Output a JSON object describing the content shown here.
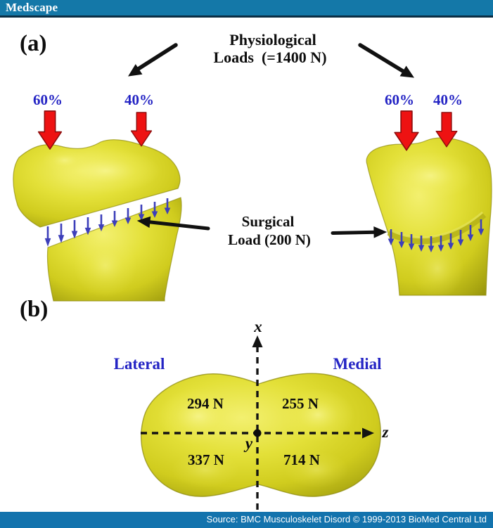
{
  "header": {
    "brand": "Medscape"
  },
  "footer": {
    "source": "Source: BMC Musculoskelet Disord © 1999-2013 BioMed Central Ltd"
  },
  "panel_a": {
    "label": "(a)",
    "physiological": {
      "line1": "Physiological",
      "line2": "Loads  (=1400 N)"
    },
    "surgical": {
      "line1": "Surgical",
      "line2": "Load (200 N)"
    },
    "left_bone": {
      "pct_left": "60%",
      "pct_right": "40%"
    },
    "right_bone": {
      "pct_left": "60%",
      "pct_right": "40%"
    }
  },
  "panel_b": {
    "label": "(b)",
    "region_left": "Lateral",
    "region_right": "Medial",
    "axes": {
      "x": "x",
      "y": "y",
      "z": "z"
    },
    "forces": {
      "top_left": "294 N",
      "top_right": "255 N",
      "bottom_left": "337 N",
      "bottom_right": "714 N"
    }
  },
  "colors": {
    "header_bar": "#1478a8",
    "footer_bar": "#1373ad",
    "bone_yellow": "#d8d520",
    "load_arrow_red": "#ee1212",
    "label_blue": "#2424c4",
    "distributed_arrow_blue": "#3d3fba",
    "annotation_black": "#0d0d0d"
  }
}
